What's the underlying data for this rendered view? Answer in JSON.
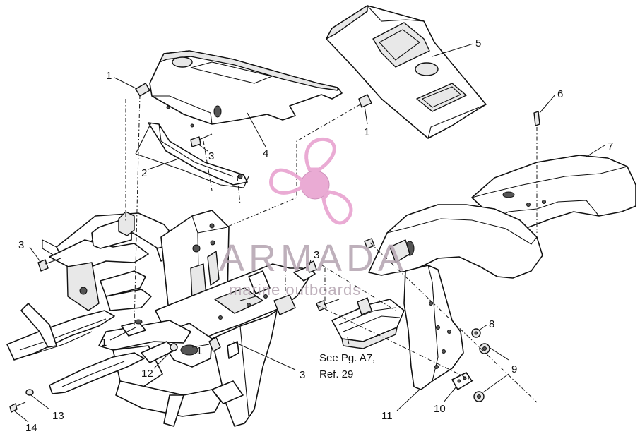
{
  "callouts": {
    "c1a": "1",
    "c1b": "1",
    "c1c": "1",
    "c1d": "1",
    "c2": "2",
    "c3a": "3",
    "c3b": "3",
    "c3c": "3",
    "c3d": "3",
    "c4": "4",
    "c5": "5",
    "c6": "6",
    "c7": "7",
    "c8": "8",
    "c9": "9",
    "c10": "10",
    "c11": "11",
    "c12": "12",
    "c13": "13",
    "c14": "14"
  },
  "note": {
    "line1": "See Pg. A7,",
    "line2": "Ref. 29"
  },
  "watermark": {
    "brand": "ARMADA",
    "tagline": "marine outboards",
    "logo": "propeller-logo-icon",
    "color": "#e8a3d0"
  }
}
